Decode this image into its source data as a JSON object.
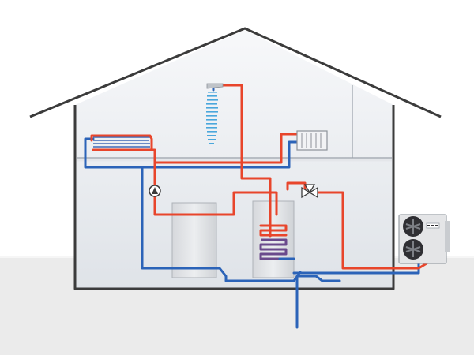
{
  "diagram": {
    "kind": "heat-pump-heating-system",
    "colors": {
      "flow_hot": "#e8452b",
      "return_cold": "#2b63b8",
      "ground": "#e9e9e9",
      "house_fill_top": "#f7f8fa",
      "house_fill_bottom": "#dfe3e8",
      "roof_line": "#3b3b3b",
      "unit_body": "#e3e4e6",
      "fan_dark": "#2f2f33"
    },
    "components": [
      {
        "id": "underfloor-heating-loop",
        "icon": "floor-heating-coil-icon"
      },
      {
        "id": "wall-radiator",
        "icon": "radiator-icon"
      },
      {
        "id": "shower-outlet",
        "icon": "shower-icon"
      },
      {
        "id": "circulation-pump",
        "icon": "pump-icon"
      },
      {
        "id": "three-way-valve",
        "icon": "valve-icon"
      },
      {
        "id": "buffer-tank",
        "icon": "tank-icon"
      },
      {
        "id": "hot-water-cylinder",
        "icon": "cylinder-coil-icon"
      },
      {
        "id": "outdoor-heat-pump-unit",
        "icon": "heat-pump-fan-icon"
      }
    ]
  }
}
